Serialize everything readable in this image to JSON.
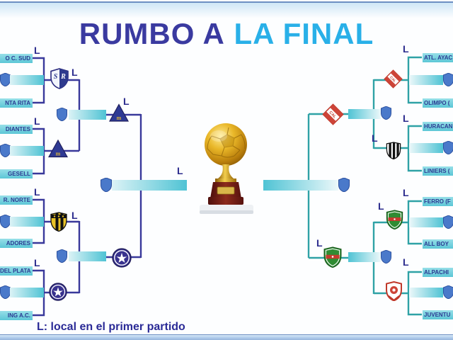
{
  "title": {
    "part1": "RUMBO A",
    "part2": "LA FINAL"
  },
  "legend": {
    "text": "L: local en el primer partido"
  },
  "local_marker": "L",
  "final": {
    "trophy_icon": "golden-football-trophy"
  },
  "colors": {
    "title_part1": "#3a3aa0",
    "title_part2": "#29b0e8",
    "left_bracket_lines": "#39399b",
    "right_bracket_lines": "#2fa2a6",
    "team_bar_fill": "#5cc6d6",
    "team_bar_text": "#2b3a92",
    "legend_text": "#2a2a96"
  },
  "bracket": {
    "left": {
      "teams": [
        {
          "label": "O C. SUD",
          "local_first_match": true
        },
        {
          "label": "NTA RITA",
          "local_first_match": false
        },
        {
          "label": "DIANTES",
          "local_first_match": true
        },
        {
          "label": "GESELL",
          "local_first_match": false
        },
        {
          "label": "R. NORTE",
          "local_first_match": true
        },
        {
          "label": "ADORES",
          "local_first_match": false
        },
        {
          "label": "DEL PLATA",
          "local_first_match": true
        },
        {
          "label": "ING A.C.",
          "local_first_match": false
        }
      ],
      "first_round_winners": [
        {
          "crest": "sr-shield",
          "local_next_match": true
        },
        {
          "crest": "blue-triangle",
          "local_next_match": false
        },
        {
          "crest": "yellow-black-stripes",
          "local_next_match": true
        },
        {
          "crest": "star-circle",
          "local_next_match": false
        }
      ],
      "quarterfinal_winners": [
        {
          "crest": "blue-triangle",
          "local_next_match": true
        },
        {
          "crest": "star-circle",
          "local_next_match": false
        }
      ],
      "finalist": {
        "name": "",
        "local_next_match": true
      }
    },
    "right": {
      "teams": [
        {
          "label": "ATL. AYAC",
          "local_first_match": true
        },
        {
          "label": "OLIMPO (",
          "local_first_match": false
        },
        {
          "label": "HURACAN",
          "local_first_match": true
        },
        {
          "label": "LINIERS (",
          "local_first_match": false
        },
        {
          "label": "FERRO (F",
          "local_first_match": true
        },
        {
          "label": "ALL BOY",
          "local_first_match": false
        },
        {
          "label": "ALPACHI",
          "local_first_match": true
        },
        {
          "label": "JUVENTU",
          "local_first_match": false
        }
      ],
      "first_round_winners": [
        {
          "crest": "red-diamond",
          "local_next_match": false
        },
        {
          "crest": "black-white-stripes",
          "local_next_match": true
        },
        {
          "crest": "green-red-band",
          "local_next_match": true
        },
        {
          "crest": "red-white-circle",
          "local_next_match": false
        }
      ],
      "quarterfinal_winners": [
        {
          "crest": "red-diamond",
          "local_next_match": false
        },
        {
          "crest": "green-red-band",
          "local_next_match": true
        }
      ],
      "finalist": {
        "name": "",
        "local_next_match": false
      }
    }
  }
}
